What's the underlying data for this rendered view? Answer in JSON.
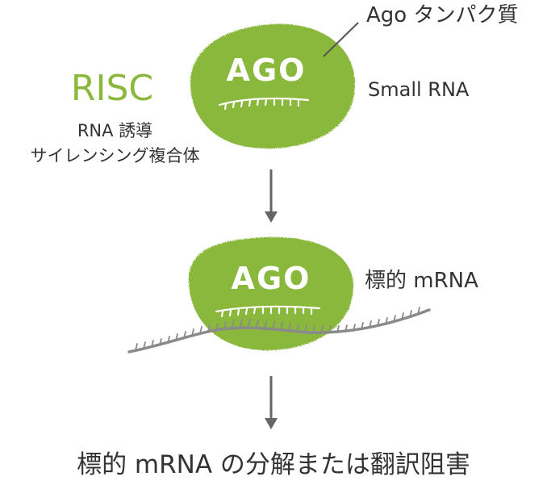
{
  "risc": {
    "title": "RISC",
    "subtitle_line1": "RNA 誘導",
    "subtitle_line2": "サイレンシング複合体"
  },
  "labels": {
    "ago_protein": "Ago タンパク質",
    "small_rna": "Small RNA",
    "target_mrna": "標的 mRNA",
    "result": "標的 mRNA の分解または翻訳阻害"
  },
  "complex": {
    "label": "AGO"
  },
  "colors": {
    "ago_green": "#8ab83c",
    "risc_text": "#8ab83c",
    "text": "#333333",
    "arrow": "#666666",
    "mrna": "#8a8a8a"
  }
}
